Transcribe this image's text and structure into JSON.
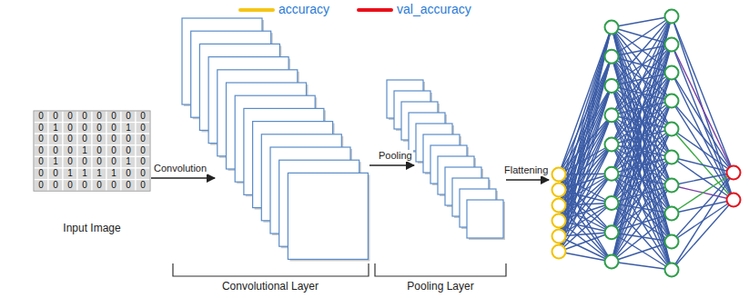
{
  "diagram": {
    "labels": [
      "Convolution",
      "Pooling",
      "Flattening",
      "0",
      "0",
      "0",
      "0",
      "0",
      "0",
      "0",
      "0",
      "0",
      "1",
      "0",
      "0",
      "0",
      "0",
      "1",
      "0",
      "0",
      "0",
      "0",
      "0",
      "0",
      "0",
      "0",
      "0",
      "0",
      "0",
      "0",
      "1",
      "0",
      "0",
      "0",
      "0",
      "0",
      "1",
      "0",
      "0",
      "0",
      "0",
      "1",
      "0",
      "0",
      "0",
      "1",
      "1",
      "1",
      "1",
      "0",
      "0",
      "0",
      "0",
      "0",
      "0",
      "0",
      "0",
      "0",
      "0",
      "Input Image",
      "Convolutional Layer",
      "Pooling Layer"
    ],
    "legend": [
      {
        "text": "accuracy"
      },
      {
        "text": "val_accuracy"
      }
    ]
  }
}
